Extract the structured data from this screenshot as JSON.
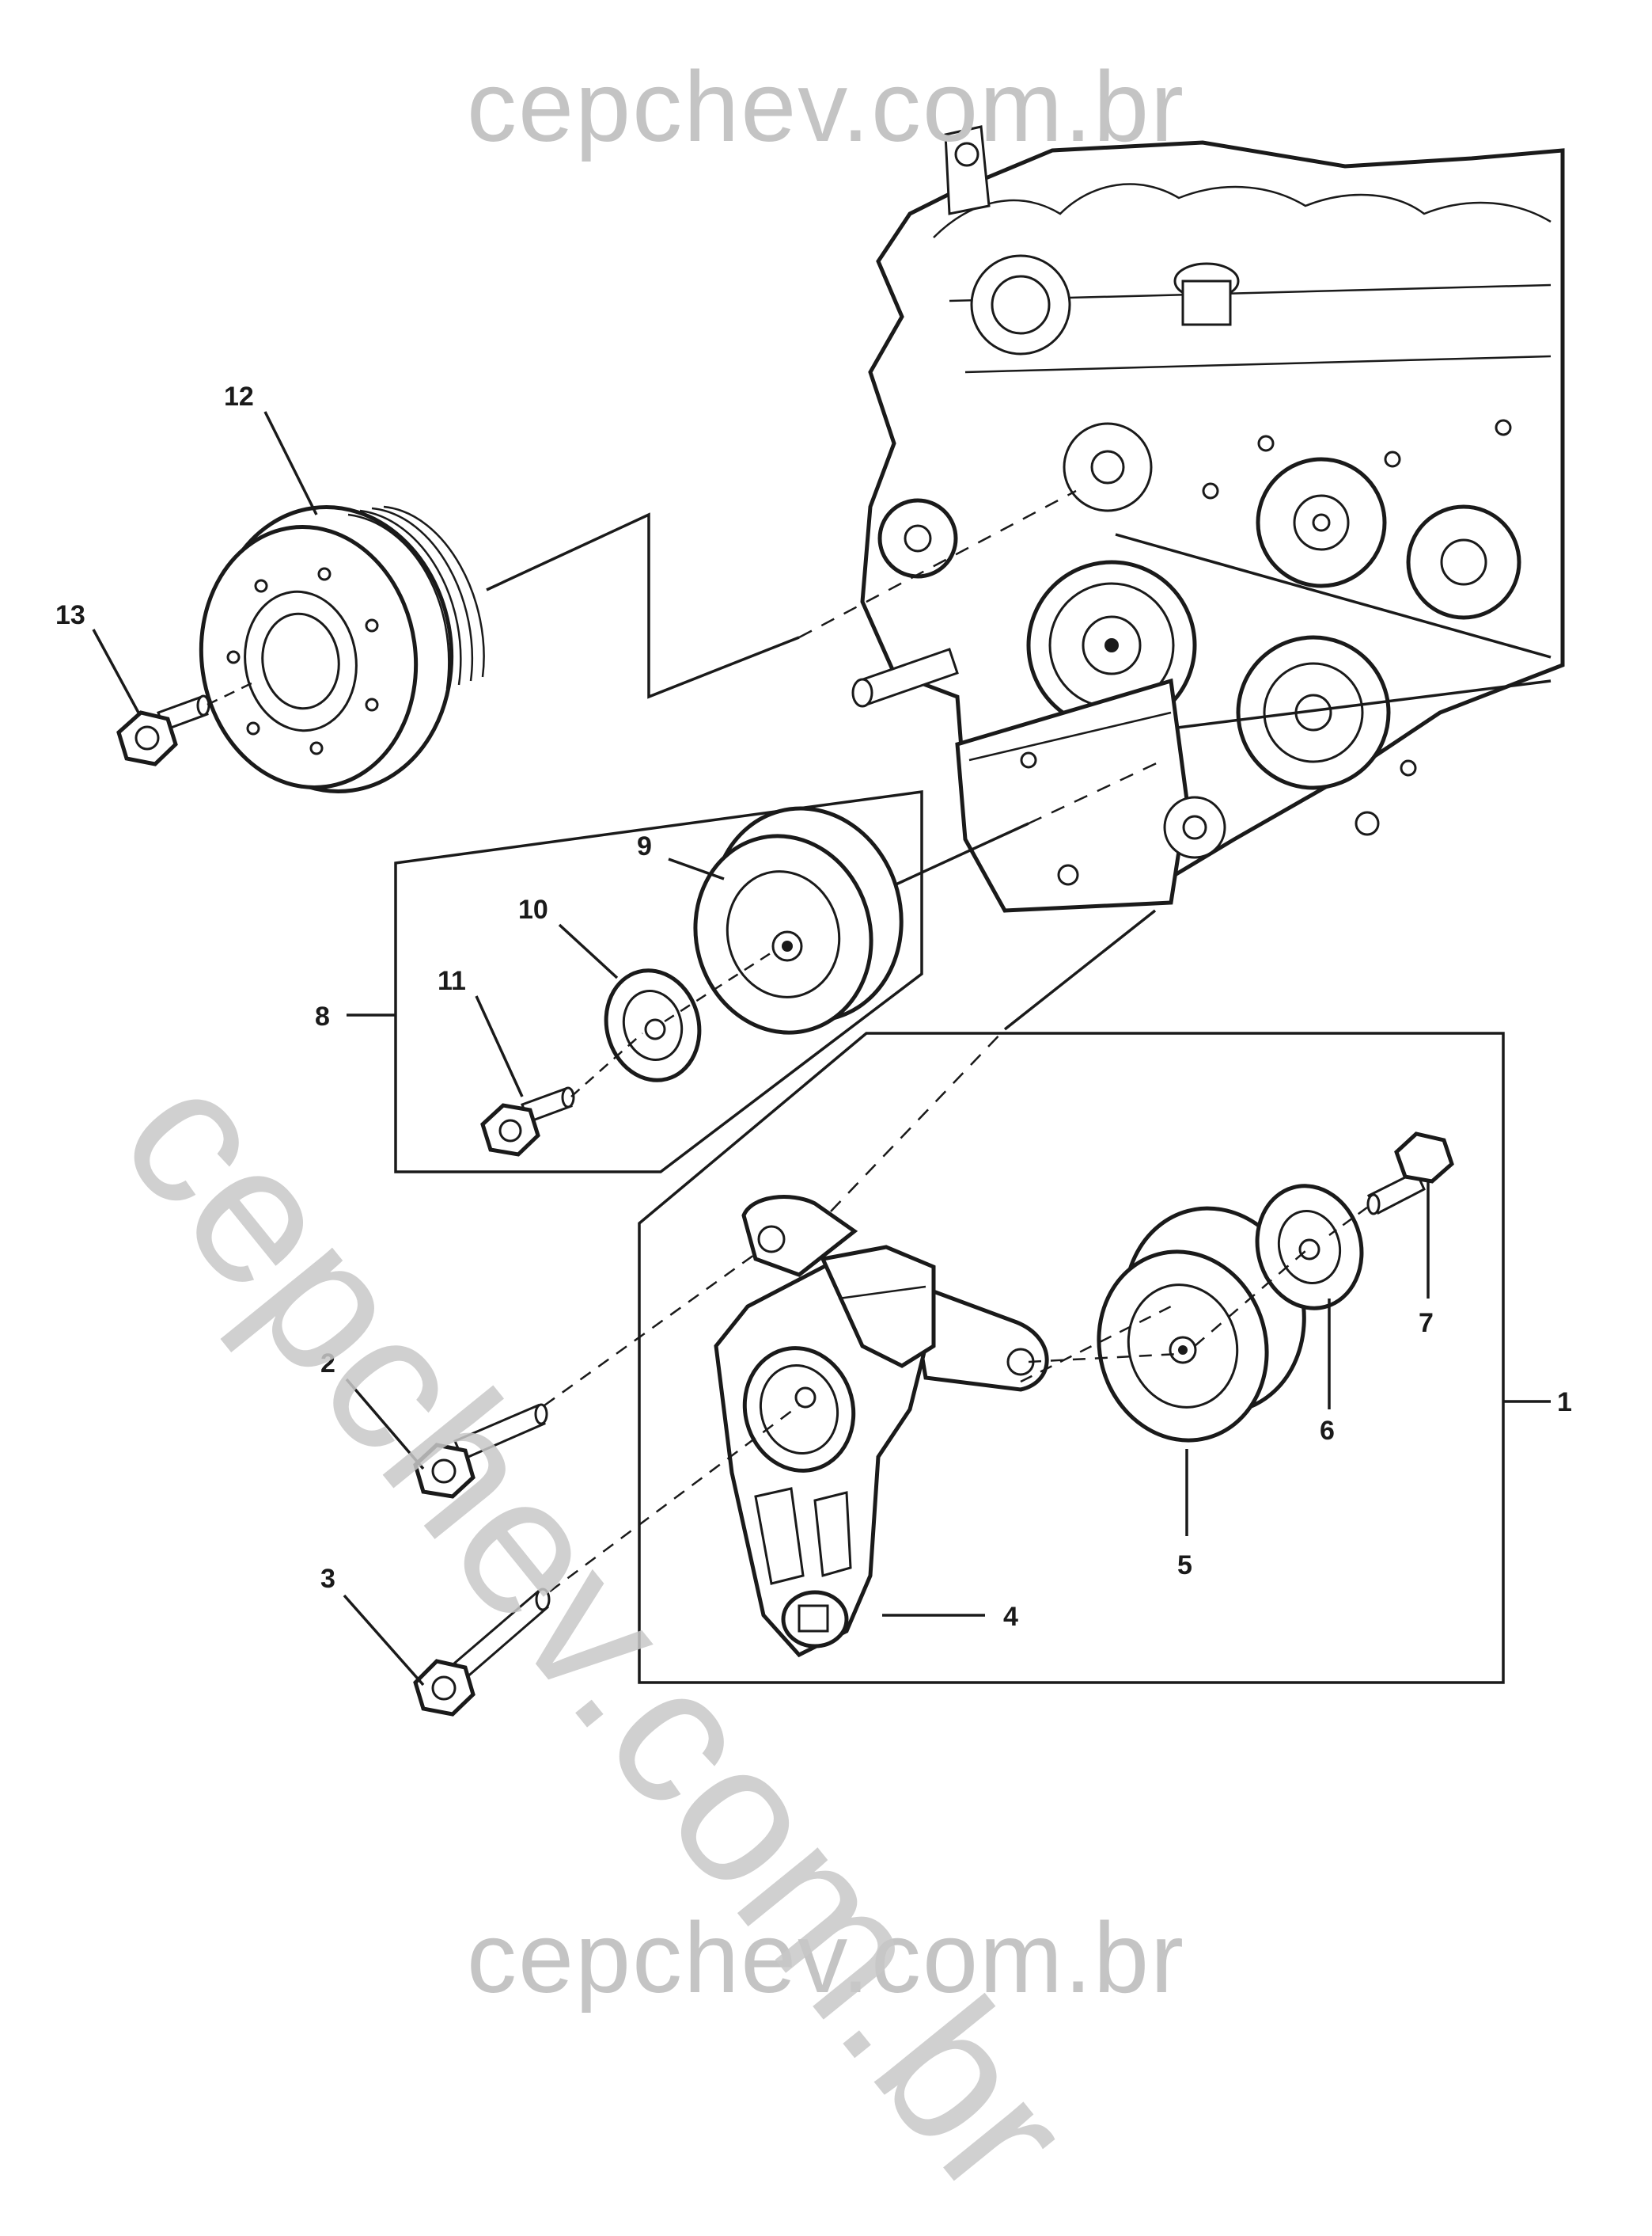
{
  "watermark": {
    "top": "cepchev.com.br",
    "bottom": "cepchev.com.br",
    "diagonal": "cepchev.com.br"
  },
  "callouts": [
    "1",
    "2",
    "3",
    "4",
    "5",
    "6",
    "7",
    "8",
    "9",
    "10",
    "11",
    "12",
    "13"
  ]
}
